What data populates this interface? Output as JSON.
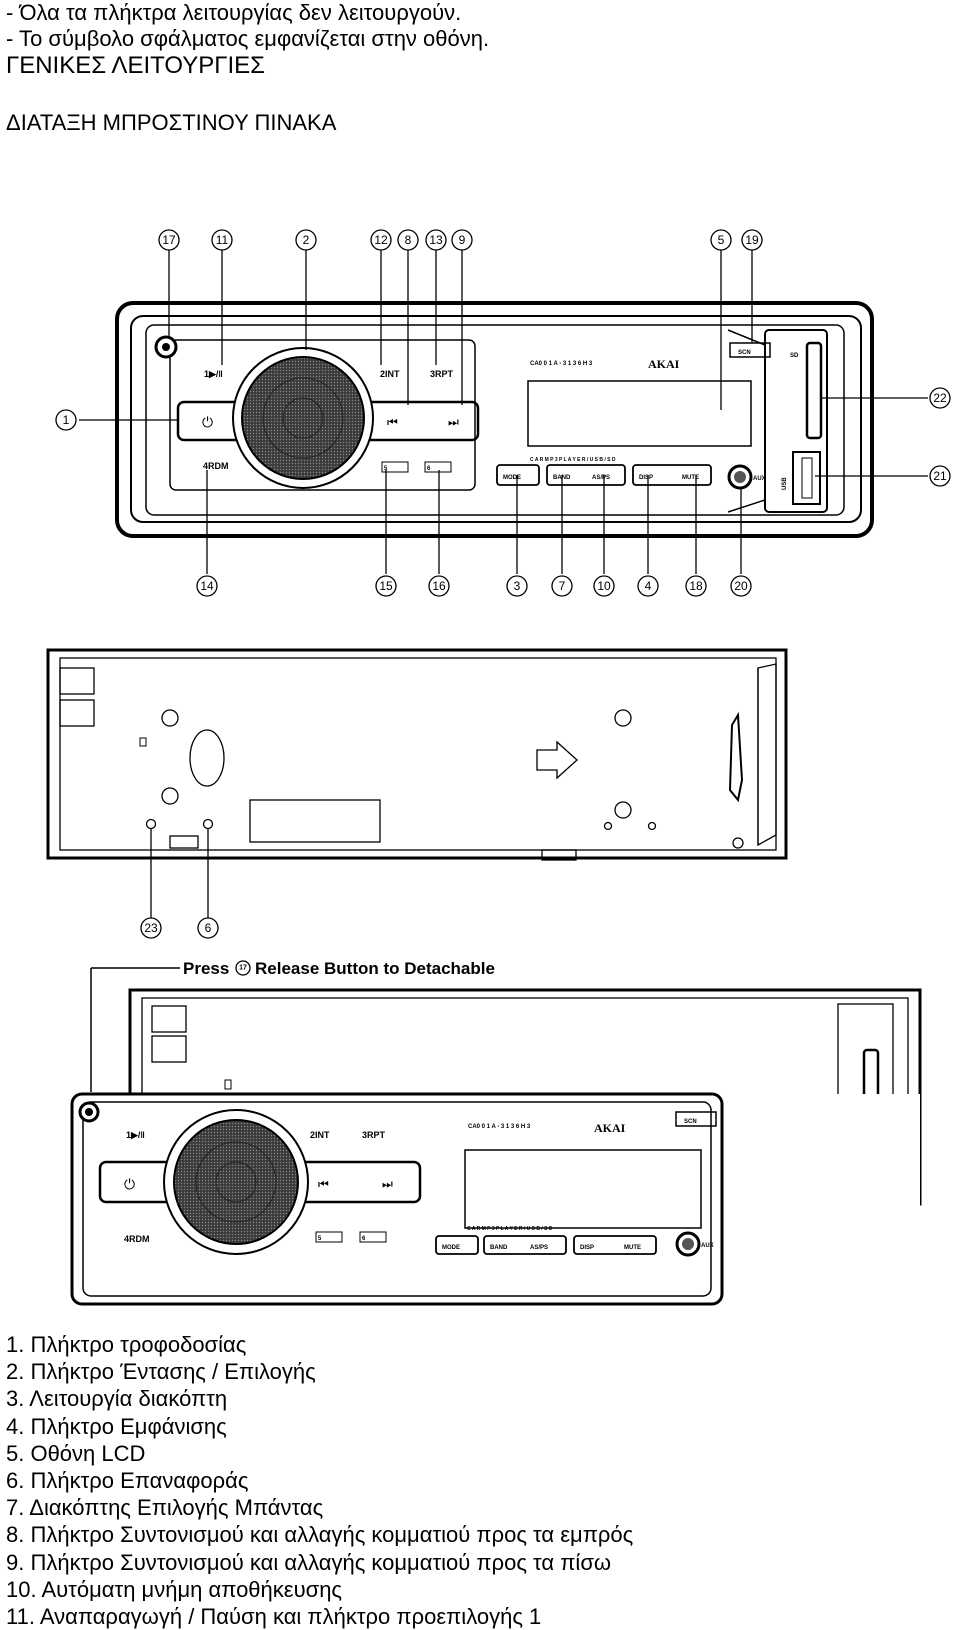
{
  "intro": {
    "line1": "- Όλα τα πλήκτρα λειτουργίας δεν λειτουργούν.",
    "line2": "- Το σύμβολο σφάλματος εμφανίζεται στην οθόνη."
  },
  "section_title": "ΓΕΝΙΚΕΣ ΛΕΙΤΟΥΡΓΙΕΣ",
  "subsection_title": "ΔΙΑΤΑΞΗ ΜΠΡΟΣΤΙΝΟΥ ΠΙΝΑΚΑ",
  "figure": {
    "callouts_top": [
      "17",
      "11",
      "2",
      "12",
      "8",
      "13",
      "9",
      "5",
      "19"
    ],
    "callouts_side_left": [
      "1"
    ],
    "callouts_side_right": [
      "22",
      "21"
    ],
    "callouts_bottom": [
      "14",
      "15",
      "16",
      "3",
      "7",
      "10",
      "4",
      "18",
      "20"
    ],
    "callouts_back": [
      "23",
      "6"
    ],
    "panel_labels": {
      "play": "1▶/‖",
      "int": "2INT",
      "rpt": "3RPT",
      "rdm": "4RDM",
      "b5": "5",
      "b6": "6",
      "mode": "MODE",
      "band": "BAND",
      "asps": "AS/PS",
      "disp": "DISP",
      "mute": "MUTE",
      "aux": "AUX",
      "scn": "SCN",
      "sd": "SD",
      "usb": "USB",
      "brand": "AKAI",
      "model": "CA0 0 1 A - 3 1 3 6 H 3",
      "tagline": "C A R  M P 3  P L A Y E R / U S B / S D",
      "power": "⏻",
      "prev": "⏮",
      "next": "⏭"
    },
    "caption_press": "Press",
    "caption_badge": "17",
    "caption_rest": "Release Button to Detachable"
  },
  "legend": [
    "1. Πλήκτρο τροφοδοσίας",
    "2. Πλήκτρο Έντασης / Επιλογής",
    "3. Λειτουργία διακόπτη",
    "4. Πλήκτρο Εμφάνισης",
    "5. Οθόνη LCD",
    "6. Πλήκτρο Επαναφοράς",
    "7. Διακόπτης Επιλογής Μπάντας",
    "8. Πλήκτρο Συντονισμού και αλλαγής κομματιού προς τα εμπρός",
    "9. Πλήκτρο Συντονισμού και αλλαγής κομματιού προς τα πίσω",
    "10. Αυτόματη μνήμη αποθήκευσης",
    "11. Αναπαραγωγή / Παύση και πλήκτρο προεπιλογής 1"
  ]
}
